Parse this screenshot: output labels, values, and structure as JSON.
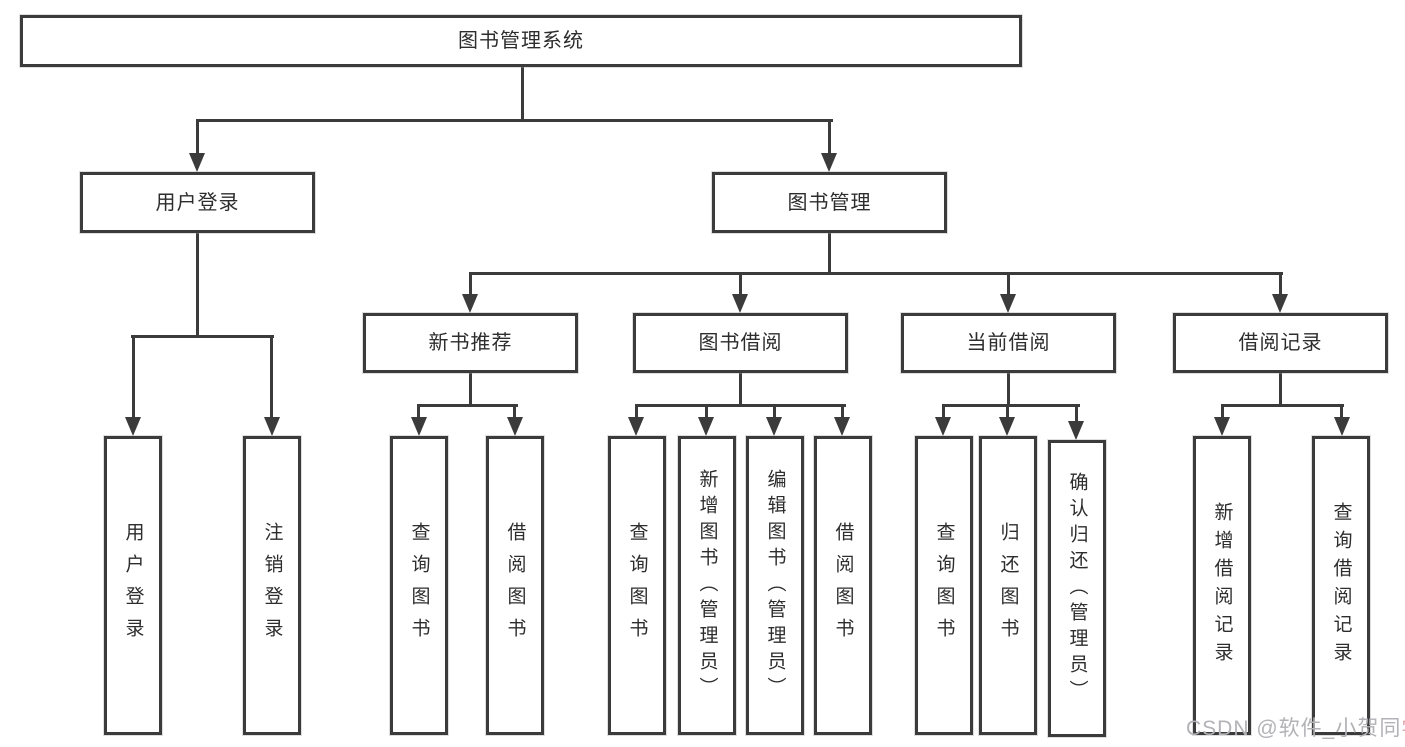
{
  "tree": {
    "root": "图书管理系统",
    "groups": [
      {
        "label": "用户登录",
        "leaves": [
          "用户登录",
          "注销登录"
        ]
      },
      {
        "label": "图书管理",
        "subgroups": [
          {
            "label": "新书推荐",
            "leaves": [
              "查询图书",
              "借阅图书"
            ]
          },
          {
            "label": "图书借阅",
            "leaves": [
              "查询图书",
              "新增图书（管理员）",
              "编辑图书（管理员）",
              "借阅图书"
            ]
          },
          {
            "label": "当前借阅",
            "leaves": [
              "查询图书",
              "归还图书",
              "确认归还（管理员）"
            ]
          },
          {
            "label": "借阅记录",
            "leaves": [
              "新增借阅记录",
              "查询借阅记录"
            ]
          }
        ]
      }
    ]
  },
  "watermark": {
    "prefix": "CSDN @软件_小贺同",
    "suffix": "学"
  },
  "colors": {
    "line": "#3b3b3b",
    "text": "#2d2d2d",
    "wm": "#b2b2b7",
    "wm-accent": "#dfa8ae"
  }
}
